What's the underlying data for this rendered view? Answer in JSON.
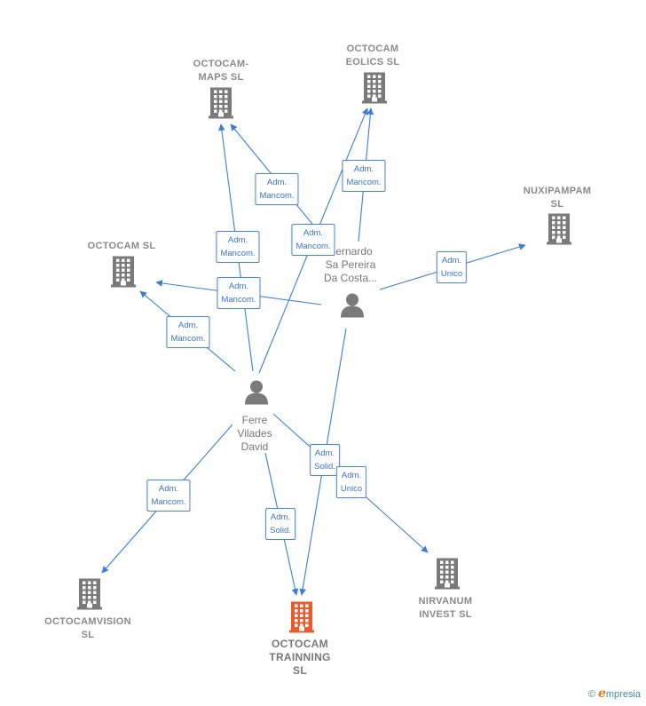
{
  "nodes": {
    "octocam_maps": {
      "lines": [
        "OCTOCAM-",
        "MAPS  SL"
      ]
    },
    "octocam_eolics": {
      "lines": [
        "OCTOCAM",
        "EOLICS  SL"
      ]
    },
    "nuxipampam": {
      "lines": [
        "NUXIPAMPAM",
        "SL"
      ]
    },
    "octocam_sl": {
      "lines": [
        "OCTOCAM  SL"
      ]
    },
    "octocamvision": {
      "lines": [
        "OCTOCAMVISION",
        "SL"
      ]
    },
    "octocam_trainning": {
      "lines": [
        "OCTOCAM",
        "TRAINNING",
        "SL"
      ]
    },
    "nirvanum": {
      "lines": [
        "NIRVANUM",
        "INVEST  SL"
      ]
    }
  },
  "persons": {
    "bernardo": {
      "lines": [
        "Bernardo",
        "Sa Pereira",
        "Da Costa..."
      ]
    },
    "ferre": {
      "lines": [
        "Ferre",
        "Vilades",
        "David"
      ]
    }
  },
  "edges": [
    {
      "id": "e1",
      "label": [
        "Adm.",
        "Mancom."
      ]
    },
    {
      "id": "e2",
      "label": [
        "Adm.",
        "Mancom."
      ]
    },
    {
      "id": "e3",
      "label": [
        "Adm.",
        "Mancom."
      ]
    },
    {
      "id": "e4",
      "label": [
        "Adm.",
        "Mancom."
      ]
    },
    {
      "id": "e5",
      "label": [
        "Adm.",
        "Unico"
      ]
    },
    {
      "id": "e6",
      "label": [
        "Adm.",
        "Mancom."
      ]
    },
    {
      "id": "e7",
      "label": [
        "Adm.",
        "Mancom."
      ]
    },
    {
      "id": "e8",
      "label": [
        "Adm.",
        "Mancom."
      ]
    },
    {
      "id": "e9",
      "label": [
        "Adm.",
        "Solid."
      ]
    },
    {
      "id": "e10",
      "label": [
        "Adm.",
        "Solid."
      ]
    },
    {
      "id": "e11",
      "label": [
        "Adm.",
        "Unico"
      ]
    }
  ],
  "colors": {
    "edge": "#3b7fd6",
    "building": "#7a7a7a",
    "focus_building": "#ee5a2c",
    "person": "#7a7a7a"
  },
  "watermark": {
    "symbol": "©",
    "brand_initial": "e",
    "brand_rest": "mpresia"
  }
}
